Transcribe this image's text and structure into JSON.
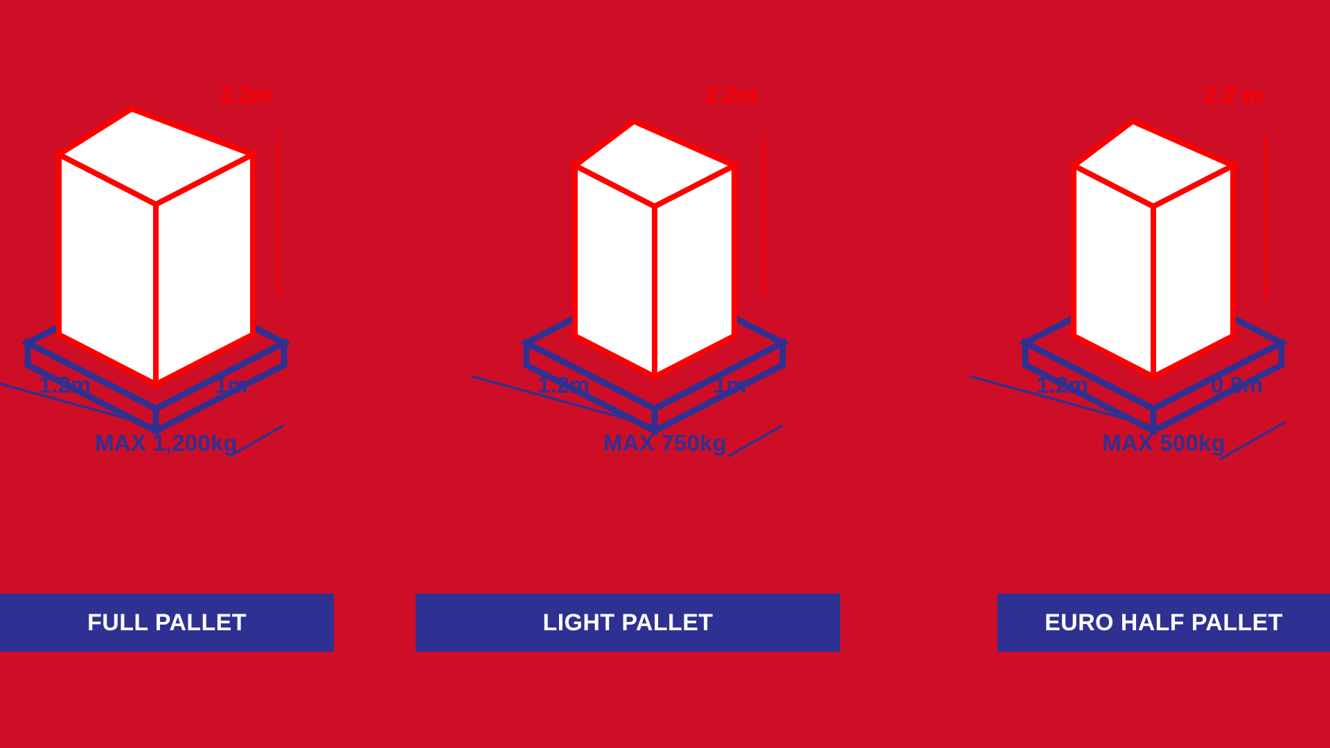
{
  "theme": {
    "background_red": "#ce0e26",
    "outline_red": "#ff0000",
    "pallet_blue": "#2e3192",
    "box_fill": "#ffffff",
    "banner_text": "#ffffff"
  },
  "pallets": [
    {
      "id": "full-pallet",
      "banner_label": "FULL PALLET",
      "max_weight": "MAX 1,200kg",
      "height_label": "2.2m",
      "width_label": "1.2m",
      "depth_label": "1m",
      "box_width_units": 1.0,
      "box_depth_units": 1.0
    },
    {
      "id": "light-pallet",
      "banner_label": "LIGHT PALLET",
      "max_weight": "MAX 750kg",
      "height_label": "2.2m",
      "width_label": "1.2m",
      "depth_label": "1m",
      "box_width_units": 0.82,
      "box_depth_units": 0.82
    },
    {
      "id": "euro-half-pallet",
      "banner_label": "EURO HALF PALLET",
      "max_weight": "MAX 500kg",
      "height_label": "2.2 m",
      "width_label": "1.2m",
      "depth_label": "0.8m",
      "box_width_units": 0.82,
      "box_depth_units": 0.82
    }
  ]
}
